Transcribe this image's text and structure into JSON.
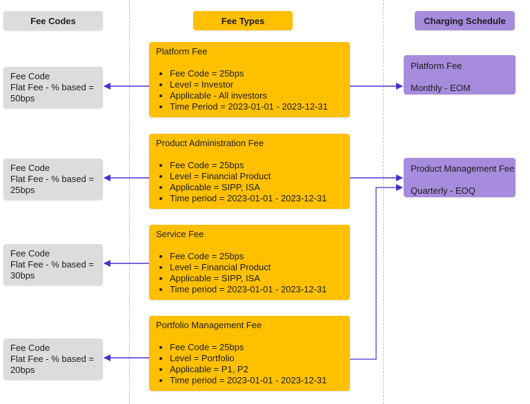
{
  "headers": {
    "fee_codes": "Fee Codes",
    "fee_types": "Fee Types",
    "charging_schedule": "Charging Schedule"
  },
  "fee_codes": [
    {
      "line1": "Fee Code",
      "line2": "Flat Fee - % based =",
      "line3": "50bps"
    },
    {
      "line1": "Fee Code",
      "line2": "Flat Fee - % based =",
      "line3": "25bps"
    },
    {
      "line1": "Fee Code",
      "line2": "Flat Fee - % based =",
      "line3": "30bps"
    },
    {
      "line1": "Fee Code",
      "line2": "Flat Fee - % based =",
      "line3": "20bps"
    }
  ],
  "fee_types": [
    {
      "title": "Platform Fee",
      "bullets": [
        "Fee Code = 25bps",
        "Level = Investor",
        "Applicable - All investors",
        "Time Period = 2023-01-01  - 2023-12-31"
      ]
    },
    {
      "title": "Product Administration Fee",
      "bullets": [
        "Fee Code = 25bps",
        "Level = Financial Product",
        "Applicable = SIPP, ISA",
        "Time period = 2023-01-01 - 2023-12-31"
      ]
    },
    {
      "title": "Service Fee",
      "bullets": [
        "Fee Code = 25bps",
        "Level = Financial Product",
        "Applicable = SIPP, ISA",
        "Time period = 2023-01-01 - 2023-12-31"
      ]
    },
    {
      "title": "Portfolio Management Fee",
      "bullets": [
        "Fee Code = 25bps",
        "Level = Portfolio",
        "Applicable = P1, P2",
        "Time period = 2023-01-01 - 2023-12-31"
      ]
    }
  ],
  "charging_schedule": [
    {
      "title": "Platform Fee",
      "frequency": "Monthly - EOM"
    },
    {
      "title": "Product Management Fee",
      "frequency": "Quarterly - EOQ"
    }
  ],
  "colors": {
    "fee_code_box": "#dcdcdc",
    "fee_type_box": "#ffc000",
    "schedule_box": "#a78bdc",
    "arrow": "#4b2bd6",
    "divider": "#f3c13a"
  }
}
